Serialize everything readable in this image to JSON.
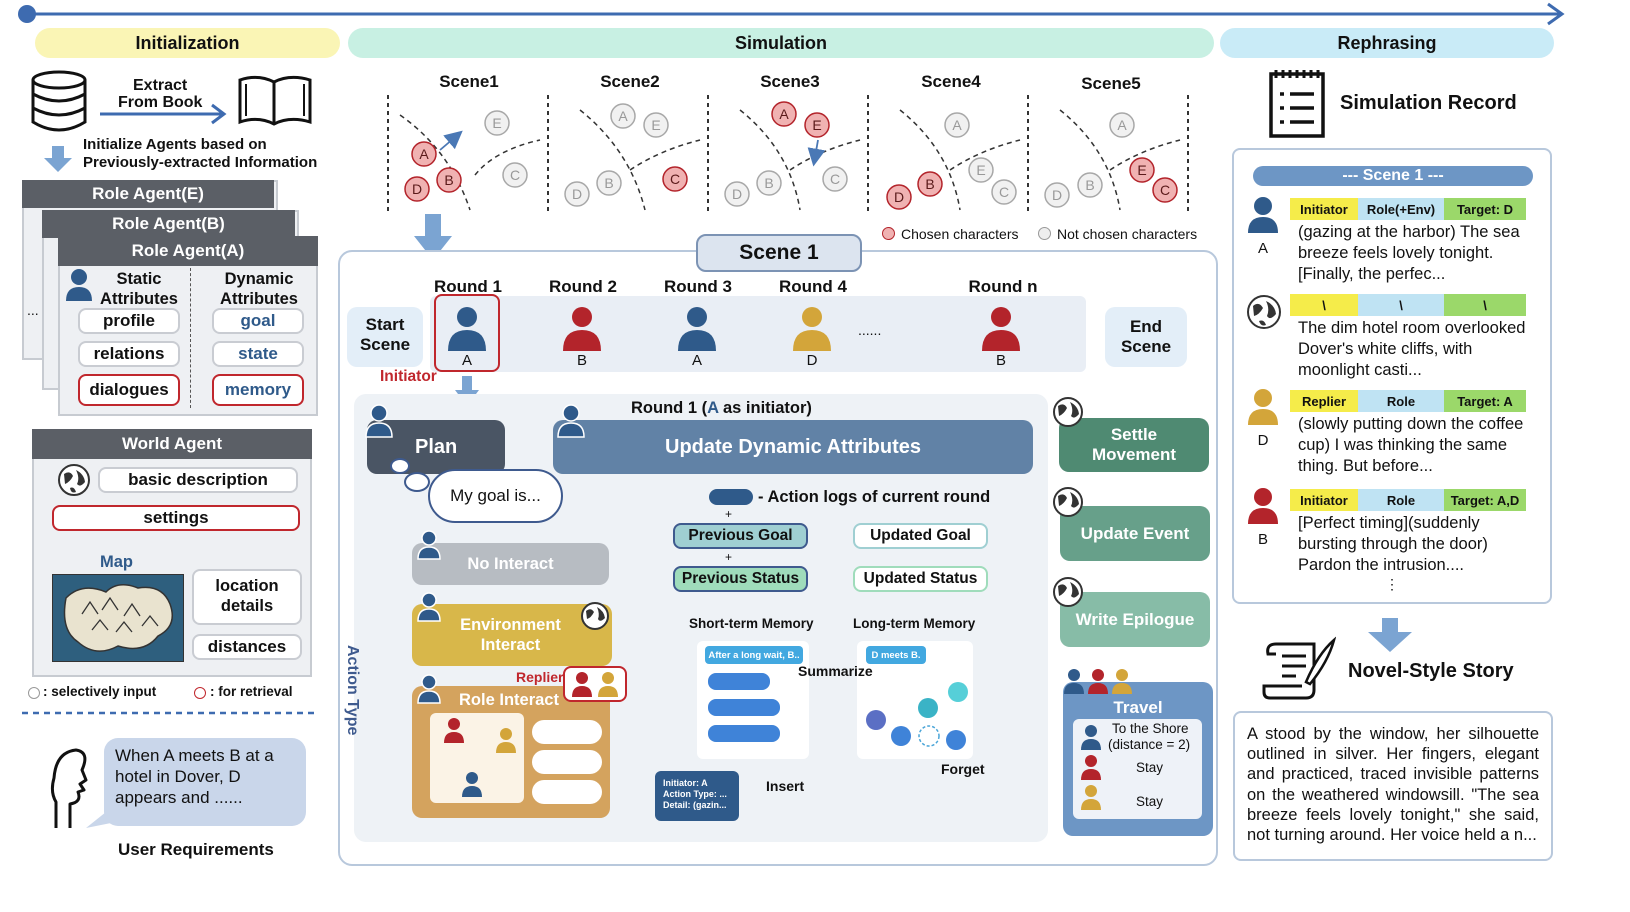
{
  "phases": {
    "initialization": "Initialization",
    "simulation": "Simulation",
    "rephrasing": "Rephrasing"
  },
  "init": {
    "extract": "Extract",
    "from_book": "From Book",
    "init_line1": "Initialize Agents based on",
    "init_line2": "Previously-extracted Information",
    "role_e": "Role Agent(E)",
    "role_b": "Role Agent(B)",
    "role_a": "Role Agent(A)",
    "static_1": "Static",
    "static_2": "Attributes",
    "dynamic_1": "Dynamic",
    "dynamic_2": "Attributes",
    "profile": "profile",
    "relations": "relations",
    "dialogues": "dialogues",
    "goal": "goal",
    "state": "state",
    "memory": "memory",
    "dots": "...",
    "world_agent": "World Agent",
    "basic_description": "basic description",
    "settings": "settings",
    "map": "Map",
    "location_1": "location",
    "location_2": "details",
    "distances": "distances",
    "legend_selective": ": selectively input",
    "legend_retrieval": ": for retrieval",
    "user_req_1": "When A meets B at a",
    "user_req_2": "hotel in Dover, D",
    "user_req_3": "appears and ......",
    "user_requirements": "User Requirements"
  },
  "scenes": {
    "labels": [
      "Scene1",
      "Scene2",
      "Scene3",
      "Scene4",
      "Scene5"
    ],
    "chosen_legend": "Chosen characters",
    "not_chosen_legend": "Not chosen characters"
  },
  "scene1": {
    "title": "Scene 1",
    "start_1": "Start",
    "start_2": "Scene",
    "end_1": "End",
    "end_2": "Scene",
    "rounds": [
      "Round 1",
      "Round 2",
      "Round 3",
      "Round 4",
      "Round n"
    ],
    "round_chars": [
      "A",
      "B",
      "A",
      "D",
      "B"
    ],
    "ellipsis": "......",
    "initiator": "Initiator",
    "round1_prefix": "Round 1  (",
    "round1_a": "A",
    "round1_suffix": " as initiator)",
    "plan": "Plan",
    "update_dynamic": "Update Dynamic Attributes",
    "my_goal": "My goal is...",
    "action_type": "Action Type",
    "no_interact": "No Interact",
    "env_1": "Environment",
    "env_2": "Interact",
    "role_interact": "Role Interact",
    "replier": "Replier",
    "action_logs": "- Action logs of current round",
    "plus": "+",
    "previous_goal": "Previous Goal",
    "updated_goal": "Updated Goal",
    "previous_status": "Previous Status",
    "updated_status": "Updated Status",
    "short_term": "Short-term Memory",
    "long_term": "Long-term Memory",
    "stm_tag": "After a long wait, B..",
    "ltm_tag": "D meets B.",
    "summarize": "Summarize",
    "insert": "Insert",
    "forget": "Forget",
    "log_1": "Initiator: A",
    "log_2": "Action Type: ...",
    "log_3": "Detail: (gazin...",
    "settle_1": "Settle",
    "settle_2": "Movement",
    "update_event": "Update Event",
    "write_epilogue": "Write Epilogue",
    "travel": "Travel",
    "shore_1": "To the Shore",
    "shore_2": "(distance = 2)",
    "stay_1": "Stay",
    "stay_2": "Stay"
  },
  "record": {
    "title": "Simulation Record",
    "scene_header": "--- Scene 1 ---",
    "entries": [
      {
        "who": "A",
        "tags": [
          "Initiator",
          "Role(+Env)",
          "Target: D"
        ],
        "text": "(gazing at the harbor) The sea breeze feels lovely tonight. [Finally, the perfec..."
      },
      {
        "who": "",
        "tags": [
          "\\",
          "\\",
          "\\"
        ],
        "text": "The dim hotel room overlooked Dover's white cliffs, with moonlight casti..."
      },
      {
        "who": "D",
        "tags": [
          "Replier",
          "Role",
          "Target: A"
        ],
        "text": "(slowly putting down the coffee cup) I was thinking the same thing. But before..."
      },
      {
        "who": "B",
        "tags": [
          "Initiator",
          "Role",
          "Target: A,D"
        ],
        "text": "[Perfect timing](suddenly bursting through the door) Pardon the intrusion...."
      }
    ],
    "vdots": "⋮",
    "novel_title": "Novel-Style Story",
    "story": "A stood by the window, her silhouette outlined in silver. Her fingers, elegant and practiced, traced invisible patterns on the weathered windowsill. \"The sea breeze feels lovely tonight,\" she said, not turning around. Her voice held a n..."
  },
  "colors": {
    "blue": "#2f5a8a",
    "red": "#b3242b",
    "gold": "#d3a53a",
    "green": "#4f8a72",
    "slate": "#6182a6"
  }
}
